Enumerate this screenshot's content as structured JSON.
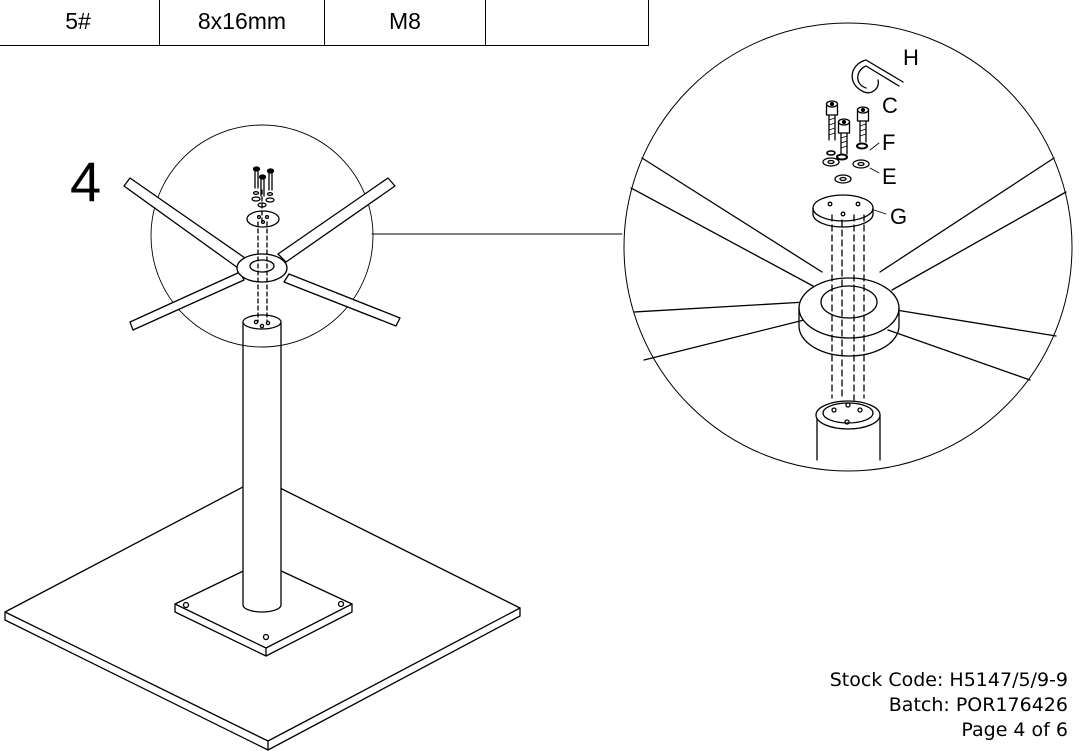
{
  "table": {
    "rows": [
      [
        "5#",
        "8x16mm",
        "M8",
        ""
      ]
    ]
  },
  "step": {
    "number": "4"
  },
  "part_labels": {
    "h": "H",
    "c": "C",
    "f": "F",
    "e": "E",
    "g": "G"
  },
  "footer": {
    "stock_code_label": "Stock Code:",
    "stock_code_value": "H5147/5/9-9",
    "batch_label": "Batch:",
    "batch_value": "POR176426",
    "page_label": "Page 4 of 6"
  },
  "icons": {
    "allen-key": "hex-key-icon",
    "bolt": "socket-cap-bolt-icon",
    "washer": "washer-icon"
  },
  "colors": {
    "line": "#000000",
    "background": "#ffffff"
  }
}
